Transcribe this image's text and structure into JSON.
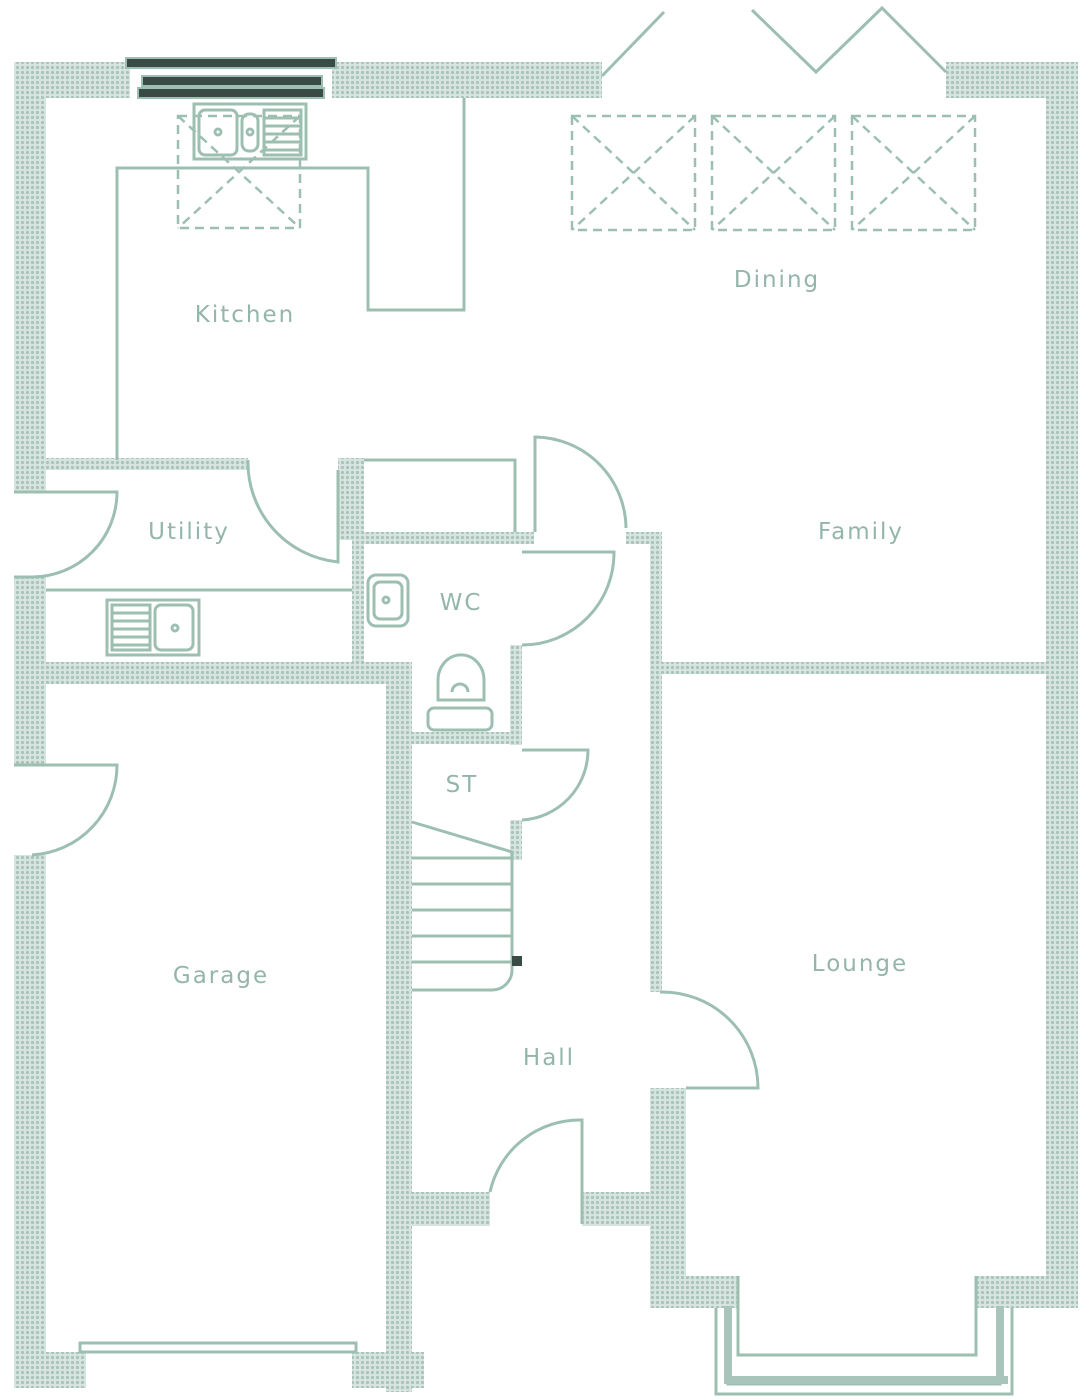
{
  "plan": {
    "rooms": {
      "kitchen": "Kitchen",
      "dining": "Dining",
      "utility": "Utility",
      "wc": "WC",
      "family": "Family",
      "store": "ST",
      "garage": "Garage",
      "lounge": "Lounge",
      "hall": "Hall"
    }
  },
  "colors": {
    "line": "#9dbfb2",
    "wall": "#a9c4ba",
    "dark": "#3a4a44",
    "text": "#94b5a9"
  }
}
